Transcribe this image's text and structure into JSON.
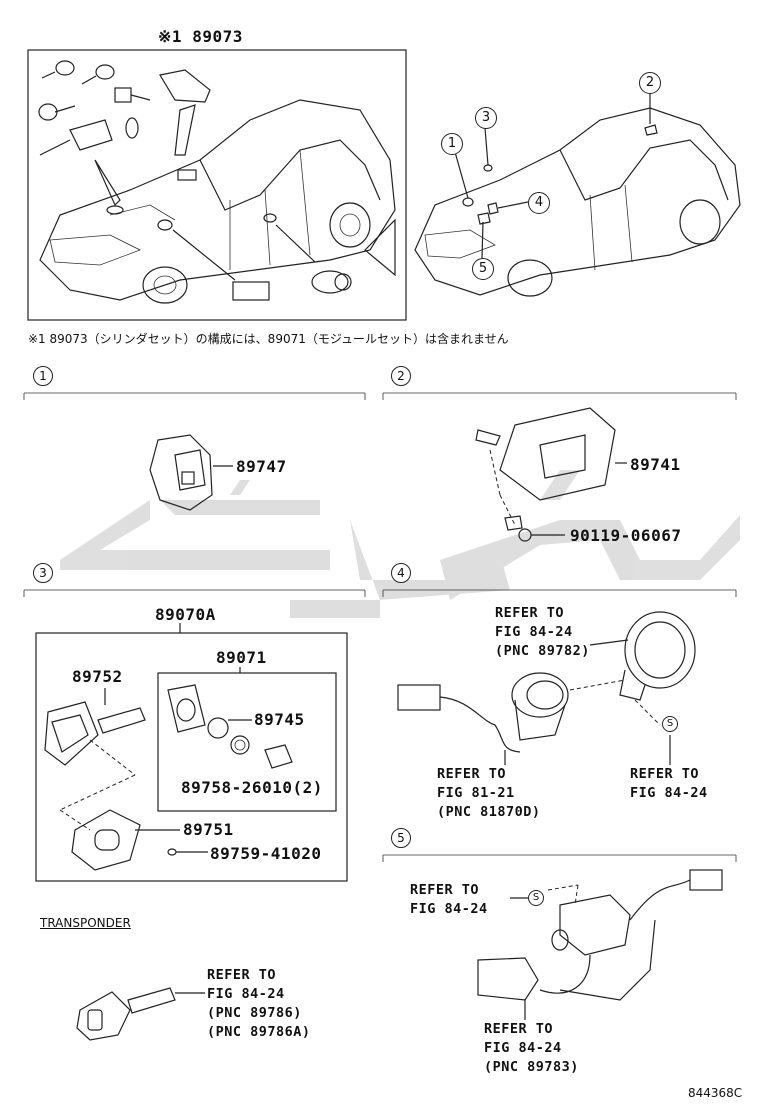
{
  "top_left": {
    "ref_mark": "※1",
    "part_no": "89073",
    "note": "※1 89073（シリンダセット）の構成には、89071（モジュールセット）は含まれません"
  },
  "top_right": {
    "callouts": [
      "1",
      "2",
      "3",
      "4",
      "5"
    ]
  },
  "section1": {
    "num": "1",
    "part": "89747"
  },
  "section2": {
    "num": "2",
    "part_main": "89741",
    "part_bolt": "90119-06067"
  },
  "section3": {
    "num": "3",
    "assy": "89070A",
    "module": "89071",
    "key": "89752",
    "p89745": "89745",
    "p89758": "89758-26010(2)",
    "p89751": "89751",
    "p89759": "89759-41020",
    "transponder_label": "TRANSPONDER",
    "transponder_ref": "REFER TO\nFIG 84-24\n(PNC 89786)\n(PNC 89786A)"
  },
  "section4": {
    "num": "4",
    "ref_top": "REFER TO\nFIG 84-24\n(PNC 89782)",
    "ref_left": "REFER TO\nFIG 81-21\n(PNC 81870D)",
    "ref_right": "REFER TO\nFIG 84-24",
    "s_mark": "S"
  },
  "section5": {
    "num": "5",
    "ref_top": "REFER TO\nFIG 84-24",
    "ref_bottom": "REFER TO\nFIG 84-24\n(PNC 89783)",
    "s_mark": "S"
  },
  "footer": {
    "code": "844368C"
  }
}
